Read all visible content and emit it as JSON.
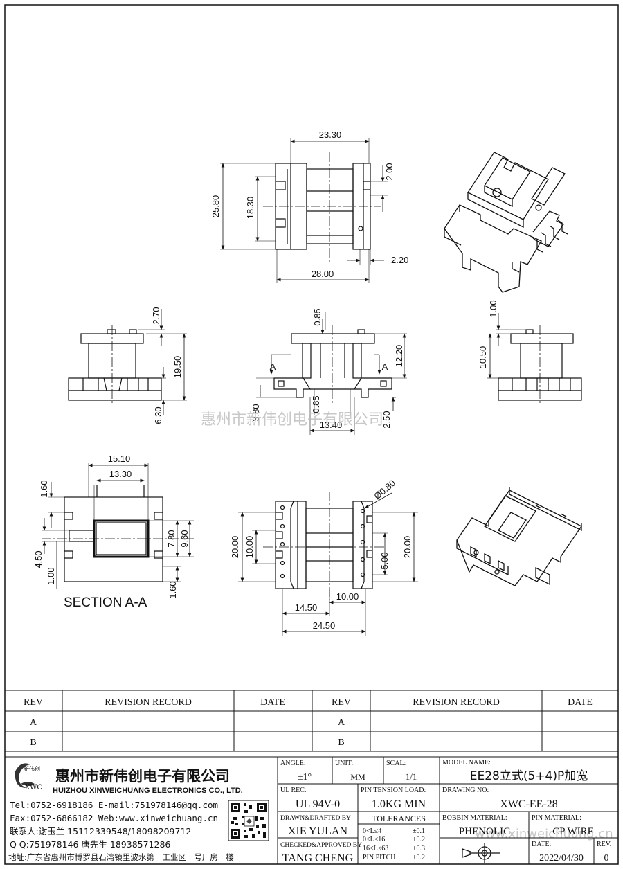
{
  "watermark": {
    "company": "惠州市新伟创电子有限公司",
    "website": "www.xinweichuang.cn"
  },
  "dimensions": {
    "top_view": {
      "width_inner": "23.30",
      "height_outer": "25.80",
      "height_inner": "18.30",
      "pin_step": "2.00",
      "pin_offset": "2.20",
      "width_outer": "28.00"
    },
    "front_view": {
      "top": "2.70",
      "height": "19.50",
      "bottom": "6.30"
    },
    "center_view": {
      "top_flange": "0.85",
      "height": "12.20",
      "base": "3.80",
      "flange2": "0.85",
      "width": "13.40",
      "pin": "2.50",
      "section_mark": "A"
    },
    "side_view": {
      "top": "1.00",
      "height": "10.50"
    },
    "section_view": {
      "outer": "15.10",
      "inner": "13.30",
      "flange": "1.60",
      "h1": "7.80",
      "h2": "9.60",
      "d1": "4.50",
      "d2": "1.00",
      "bottom": "1.60",
      "label": "SECTION A-A"
    },
    "bottom_view": {
      "hole": "Ø0.80",
      "h_left": "20.00",
      "h_left_inner": "10.00",
      "h_right_inner": "5.00",
      "h_right": "20.00",
      "w_inner": "10.00",
      "w_half": "14.50",
      "w_total": "24.50"
    }
  },
  "revision_table": {
    "headers": [
      "REV",
      "REVISION RECORD",
      "DATE",
      "REV",
      "REVISION RECORD",
      "DATE"
    ],
    "rows": [
      [
        "A",
        "",
        "",
        "A",
        "",
        ""
      ],
      [
        "B",
        "",
        "",
        "B",
        "",
        ""
      ]
    ]
  },
  "company": {
    "name_cn": "惠州市新伟创电子有限公司",
    "name_en": "HUIZHOU XINWEICHUANG ELECTRONICS CO., LTD.",
    "logo_text": "新伟创",
    "logo_abbr": "XWC",
    "contact_lines": [
      "Tel:0752-6918186 E-mail:751978146@qq.com",
      "Fax:0752-6866182 Web:www.xinweichuang.cn",
      "联系人:谢玉兰 15112339548/18098209712",
      "Q Q:751978146    唐先生 18938571286"
    ],
    "address": "地址:广东省惠州市博罗县石湾镇里波水第一工业区一号厂房一楼"
  },
  "title_block": {
    "angle_label": "ANGLE:",
    "angle_value": "±1°",
    "unit_label": "UNIT:",
    "unit_value": "MM",
    "scale_label": "SCAL:",
    "scale_value": "1/1",
    "model_label": "MODEL NAME:",
    "model_value": "EE28立式(5+4)P加宽",
    "ul_label": "UL REC.",
    "ul_value": "UL 94V-0",
    "pin_tension_label": "PIN TENSION LOAD:",
    "pin_tension_value": "1.0KG MIN",
    "drawing_label": "DRAWING NO:",
    "drawing_value": "XWC-EE-28",
    "drawn_label": "DRAWN&DRAFTED BY",
    "drawn_value": "XIE YULAN",
    "tolerances_label": "TOLERANCES",
    "tolerances": [
      [
        "0<L≤4",
        "±0.1"
      ],
      [
        "0<L≤16",
        "±0.2"
      ],
      [
        "16<L≤63",
        "±0.3"
      ],
      [
        "PIN PITCH",
        "±0.2"
      ]
    ],
    "bobbin_label": "BOBBIN MATERIAL:",
    "bobbin_value": "PHENOLIC",
    "pin_label": "PIN MATERIAL:",
    "pin_value": "CP WIRE",
    "checked_label": "CHECKED&APPROVED BY",
    "checked_value": "TANG CHENG",
    "date_label": "DATE:",
    "date_value": "2022/04/30",
    "rev_label": "REV.",
    "rev_value": "0"
  }
}
